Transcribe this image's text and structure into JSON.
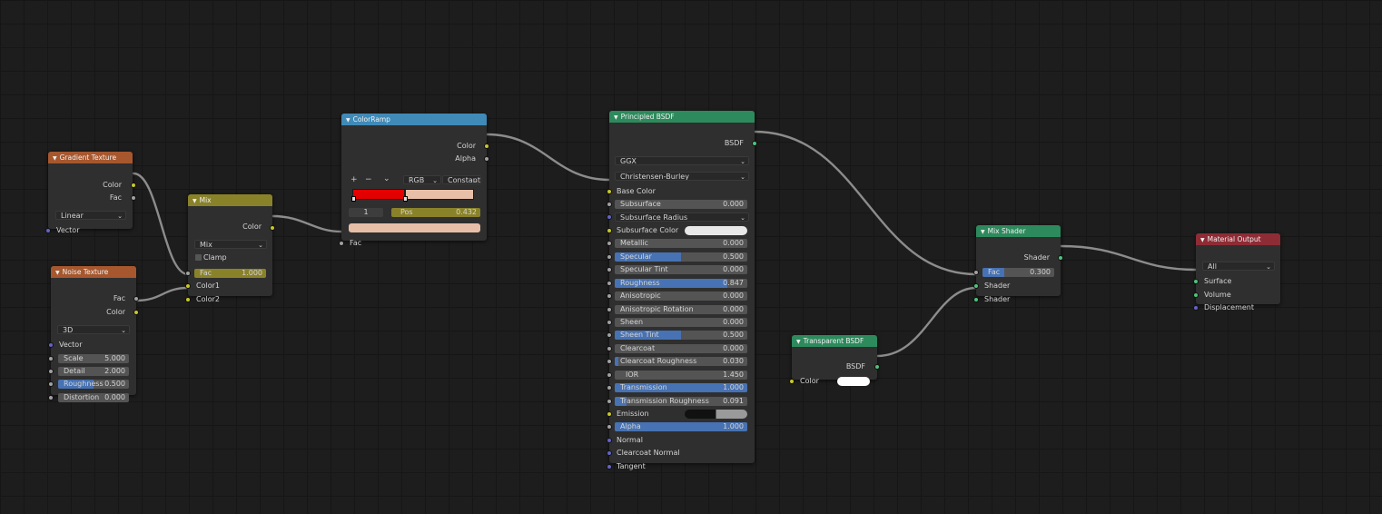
{
  "colors": {
    "texture_header": "#a6572e",
    "converter_header": "#8a8229",
    "ramp_header": "#3f8ab7",
    "shader_header": "#2d8a5c",
    "output_header": "#8e2c35",
    "field_fill": "#4772b3",
    "ramp_left": "#e30000",
    "ramp_right": "#e7bfa8"
  },
  "gradient": {
    "title": "Gradient Texture",
    "out_color": "Color",
    "out_fac": "Fac",
    "type": "Linear",
    "in_vector": "Vector"
  },
  "noise": {
    "title": "Noise Texture",
    "out_fac": "Fac",
    "out_color": "Color",
    "dims": "3D",
    "in_vector": "Vector",
    "scale_label": "Scale",
    "scale": "5.000",
    "detail_label": "Detail",
    "detail": "2.000",
    "rough_label": "Roughness",
    "rough": "0.500",
    "rough_fill": 0.5,
    "dist_label": "Distortion",
    "dist": "0.000"
  },
  "mix": {
    "title": "Mix",
    "out_color": "Color",
    "blend": "Mix",
    "clamp": "Clamp",
    "fac_label": "Fac",
    "fac": "1.000",
    "color1": "Color1",
    "color2": "Color2"
  },
  "ramp": {
    "title": "ColorRamp",
    "out_color": "Color",
    "out_alpha": "Alpha",
    "add": "+",
    "remove": "−",
    "menu": "⌄",
    "mode": "RGB",
    "interp": "Constant",
    "index": "1",
    "pos_label": "Pos",
    "pos": "0.432",
    "pos_value": 0.432,
    "in_fac": "Fac",
    "stop_color": "#e7bfa8"
  },
  "bsdf": {
    "title": "Principled BSDF",
    "out": "BSDF",
    "distribution": "GGX",
    "subsurface_method": "Christensen-Burley",
    "base_color": "Base Color",
    "subsurface_label": "Subsurface",
    "subsurface": "0.000",
    "subsurface_radius": "Subsurface Radius",
    "subsurface_color": "Subsurface Color",
    "metallic_label": "Metallic",
    "metallic": "0.000",
    "specular_label": "Specular",
    "specular": "0.500",
    "specular_fill": 0.5,
    "spec_tint_label": "Specular Tint",
    "spec_tint": "0.000",
    "roughness_label": "Roughness",
    "roughness": "0.847",
    "roughness_fill": 0.847,
    "aniso_label": "Anisotropic",
    "aniso": "0.000",
    "aniso_rot_label": "Anisotropic Rotation",
    "aniso_rot": "0.000",
    "sheen_label": "Sheen",
    "sheen": "0.000",
    "sheen_tint_label": "Sheen Tint",
    "sheen_tint": "0.500",
    "sheen_tint_fill": 0.5,
    "clearcoat_label": "Clearcoat",
    "clearcoat": "0.000",
    "cc_rough_label": "Clearcoat Roughness",
    "cc_rough": "0.030",
    "cc_rough_fill": 0.03,
    "ior_label": "IOR",
    "ior": "1.450",
    "transmission_label": "Transmission",
    "transmission": "1.000",
    "transmission_fill": 1.0,
    "trans_rough_label": "Transmission Roughness",
    "trans_rough": "0.091",
    "trans_rough_fill": 0.091,
    "emission": "Emission",
    "alpha_label": "Alpha",
    "alpha": "1.000",
    "alpha_fill": 1.0,
    "normal": "Normal",
    "cc_normal": "Clearcoat Normal",
    "tangent": "Tangent"
  },
  "transparent": {
    "title": "Transparent BSDF",
    "out": "BSDF",
    "color": "Color"
  },
  "mixshader": {
    "title": "Mix Shader",
    "out": "Shader",
    "fac_label": "Fac",
    "fac": "0.300",
    "fac_fill": 0.3,
    "shader1": "Shader",
    "shader2": "Shader"
  },
  "output": {
    "title": "Material Output",
    "target": "All",
    "surface": "Surface",
    "volume": "Volume",
    "displacement": "Displacement"
  }
}
